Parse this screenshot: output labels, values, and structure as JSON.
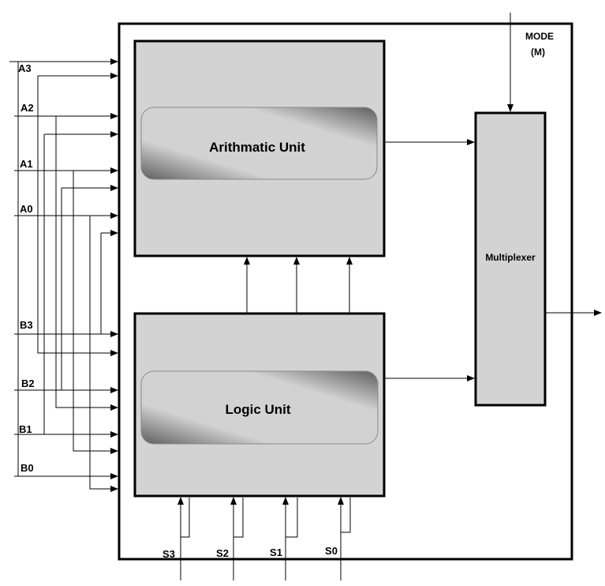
{
  "diagram": {
    "arithmetic_unit": "Arithmatic Unit",
    "logic_unit": "Logic Unit",
    "multiplexer": "Multiplexer",
    "mode_line1": "MODE",
    "mode_line2": "(M)",
    "inputs": {
      "a3": "A3",
      "a2": "A2",
      "a1": "A1",
      "a0": "A0",
      "b3": "B3",
      "b2": "B2",
      "b1": "B1",
      "b0": "B0"
    },
    "selects": {
      "s3": "S3",
      "s2": "S2",
      "s1": "S1",
      "s0": "S0"
    },
    "colors": {
      "block_fill": "#d3d3d3",
      "line": "#000000"
    }
  }
}
